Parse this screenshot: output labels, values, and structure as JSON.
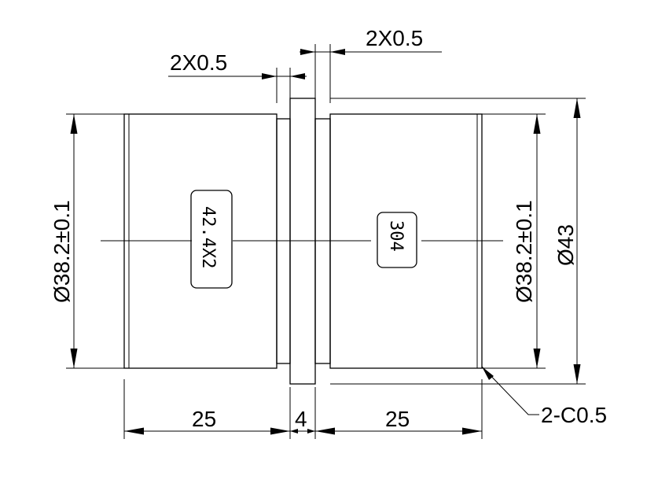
{
  "dimensions": {
    "left_diameter": "Ø38.2±0.1",
    "right_diameter": "Ø38.2±0.1",
    "outer_diameter": "Ø43",
    "left_length": "25",
    "flange_width": "4",
    "right_length": "25",
    "left_groove": "2X0.5",
    "right_groove": "2X0.5",
    "chamfer": "2-C0.5"
  },
  "labels": {
    "pipe_spec": "42.4X2",
    "material": "304"
  }
}
